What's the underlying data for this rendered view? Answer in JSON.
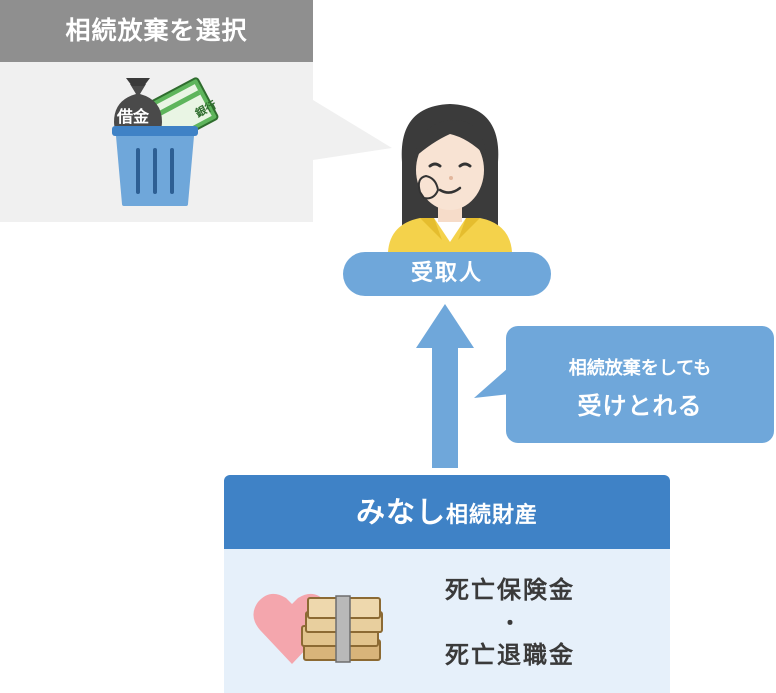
{
  "panel": {
    "header": "相続放棄を選択"
  },
  "trash_icon": {
    "bag_label": "借金",
    "bankbook_label": "銀行"
  },
  "recipient": {
    "label": "受取人"
  },
  "callout": {
    "line1": "相続放棄をしても",
    "line2": "受けとれる"
  },
  "assets": {
    "title_main": "みなし",
    "title_sub": "相続財産",
    "items": [
      "死亡保険金",
      "死亡退職金"
    ],
    "separator": "・"
  },
  "colors": {
    "panel_bg": "#f0f0f0",
    "panel_header": "#8f8f8f",
    "light_blue": "#6fa7da",
    "dark_blue": "#3f82c6",
    "box_body": "#e6f0fa",
    "text_dark": "#3a3a3a"
  }
}
